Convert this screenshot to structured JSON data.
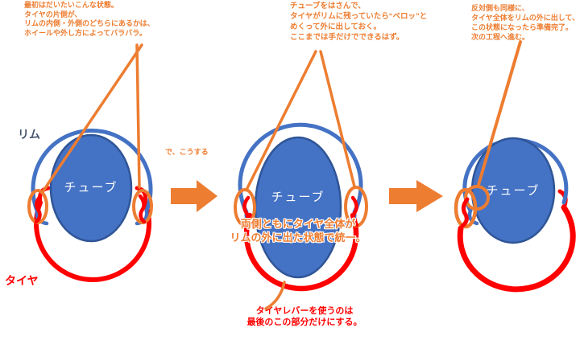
{
  "colors": {
    "orange": "#ED7D31",
    "blue": "#4472C4",
    "blue_dark": "#2F5597",
    "red": "#FF0000",
    "rim_label_color": "#44546A",
    "white": "#FFFFFF"
  },
  "labels": {
    "rim": "リム",
    "tire": "タイヤ",
    "tube": "チューブ"
  },
  "notes": {
    "left": {
      "lines": [
        "最初はだいたいこんな状態。",
        "タイヤの片側が、",
        "リムの内側・外側のどちらにあるかは、",
        "ホイールや外し方によってバラバラ。"
      ]
    },
    "middle": {
      "lines": [
        "チューブをはさんで、",
        "タイヤがリムに残っていたら“ベロッ”と",
        "めくって外に出しておく。",
        "ここまでは手だけでできるはず。"
      ]
    },
    "right": {
      "lines": [
        "反対側も同様に、",
        "タイヤ全体をリムの外に出して、",
        "この状態になったら準備完了。",
        "次の工程へ進む。"
      ]
    },
    "arrow1_caption": "で、こうする",
    "unify": {
      "lines": [
        "両側ともにタイヤ全体が",
        "リムの外に出た状態で統一。"
      ]
    },
    "bottom_warning": {
      "lines": [
        "タイヤレバーを使うのは",
        "最後のこの部分だけにする。"
      ]
    }
  }
}
